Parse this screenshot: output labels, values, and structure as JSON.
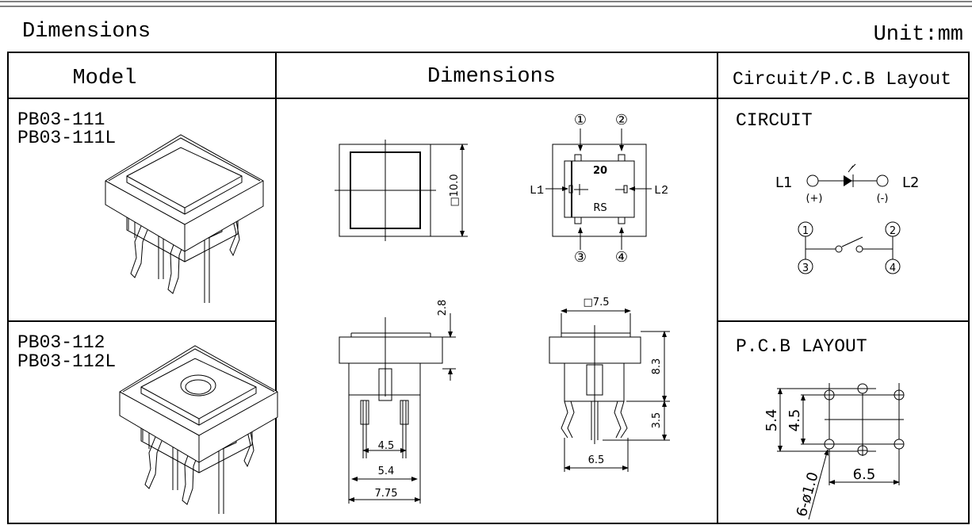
{
  "header": {
    "title": "Dimensions",
    "unit": "Unit:mm"
  },
  "table": {
    "columns": [
      "Model",
      "Dimensions",
      "Circuit/P.C.B Layout"
    ],
    "rows": [
      {
        "models": [
          "PB03-111",
          "PB03-111L"
        ]
      },
      {
        "models": [
          "PB03-112",
          "PB03-112L"
        ]
      }
    ]
  },
  "drawings": {
    "top_view": {
      "size_label": "□10.0"
    },
    "bottom_view": {
      "pins": [
        "①",
        "②",
        "③",
        "④"
      ],
      "led_left": "L1",
      "led_right": "L2",
      "mark_top": "20",
      "mark_bottom": "RS"
    },
    "side_view_left": {
      "height": "2.8",
      "w1": "4.5",
      "w2": "5.4",
      "w3": "7.75"
    },
    "side_view_right": {
      "cap": "□7.5",
      "h1": "8.3",
      "h2": "3.5",
      "pitch": "6.5"
    }
  },
  "circuit": {
    "title": "CIRCUIT",
    "l1": "L1",
    "l2": "L2",
    "plus": "(+)",
    "minus": "(-)",
    "pins": [
      "1",
      "2",
      "3",
      "4"
    ]
  },
  "pcb": {
    "title": "P.C.B LAYOUT",
    "d1": "5.4",
    "d2": "4.5",
    "d3": "6.5",
    "holes": "6-ø1.0"
  }
}
